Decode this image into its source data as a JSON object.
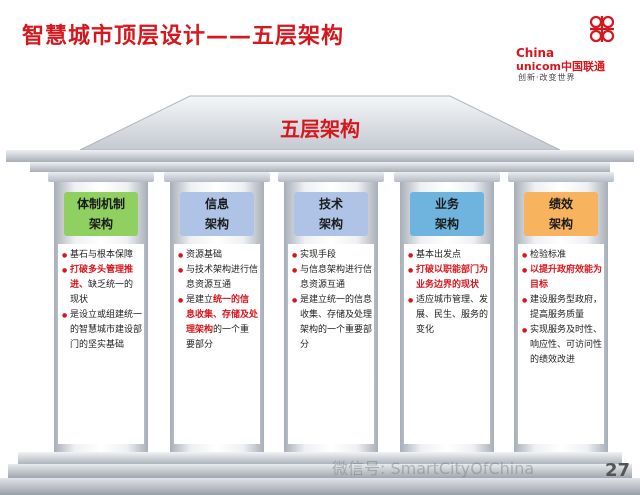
{
  "title": "智慧城市顶层设计——五层架构",
  "logo": {
    "brand_line1": "China",
    "brand_line2": "unicom中国联通",
    "slogan": "创新·改变世界"
  },
  "roof_title": "五层架构",
  "pillars": [
    {
      "name": "体制机制",
      "sub": "架构",
      "color": "#8fd061",
      "bullets": [
        [
          {
            "t": "基石与根本保障",
            "r": false
          }
        ],
        [
          {
            "t": "打破多头管理推进、",
            "r": true
          },
          {
            "t": "缺乏统一的现状",
            "r": false
          }
        ],
        [
          {
            "t": "是设立或组建统一的智慧城市建设部门的坚实基础",
            "r": false
          }
        ]
      ]
    },
    {
      "name": "信息",
      "sub": "架构",
      "color": "#aec3e6",
      "bullets": [
        [
          {
            "t": "资源基础",
            "r": false
          }
        ],
        [
          {
            "t": "与技术架构进行信息资源互通",
            "r": false
          }
        ],
        [
          {
            "t": "是建立",
            "r": false
          },
          {
            "t": "统一的信息收集、存储及处理架构",
            "r": true
          },
          {
            "t": "的一个重要部分",
            "r": false
          }
        ]
      ]
    },
    {
      "name": "技术",
      "sub": "架构",
      "color": "#aec3e6",
      "bullets": [
        [
          {
            "t": "实现手段",
            "r": false
          }
        ],
        [
          {
            "t": "与信息架构进行信息资源互通",
            "r": false
          }
        ],
        [
          {
            "t": "是建立统一的信息收集、存储及处理架构的一个重要部分",
            "r": false
          }
        ]
      ]
    },
    {
      "name": "业务",
      "sub": "架构",
      "color": "#6fb4de",
      "bullets": [
        [
          {
            "t": "基本出发点",
            "r": false
          }
        ],
        [
          {
            "t": "打破以职能部门为业务边界的现状",
            "r": true
          }
        ],
        [
          {
            "t": "适应城市管理、发展、民生、服务的变化",
            "r": false
          }
        ]
      ]
    },
    {
      "name": "绩效",
      "sub": "架构",
      "color": "#f7b35d",
      "bullets": [
        [
          {
            "t": "检验标准",
            "r": false
          }
        ],
        [
          {
            "t": "以提升政府效能为目标",
            "r": true
          }
        ],
        [
          {
            "t": "建设服务型政府，提高服务质量",
            "r": false
          }
        ],
        [
          {
            "t": "实现服务及时性、响应性、可访问性的绩效改进",
            "r": false
          }
        ]
      ]
    }
  ],
  "watermark": "微信号: SmartCityOfChina",
  "page_number": "27"
}
